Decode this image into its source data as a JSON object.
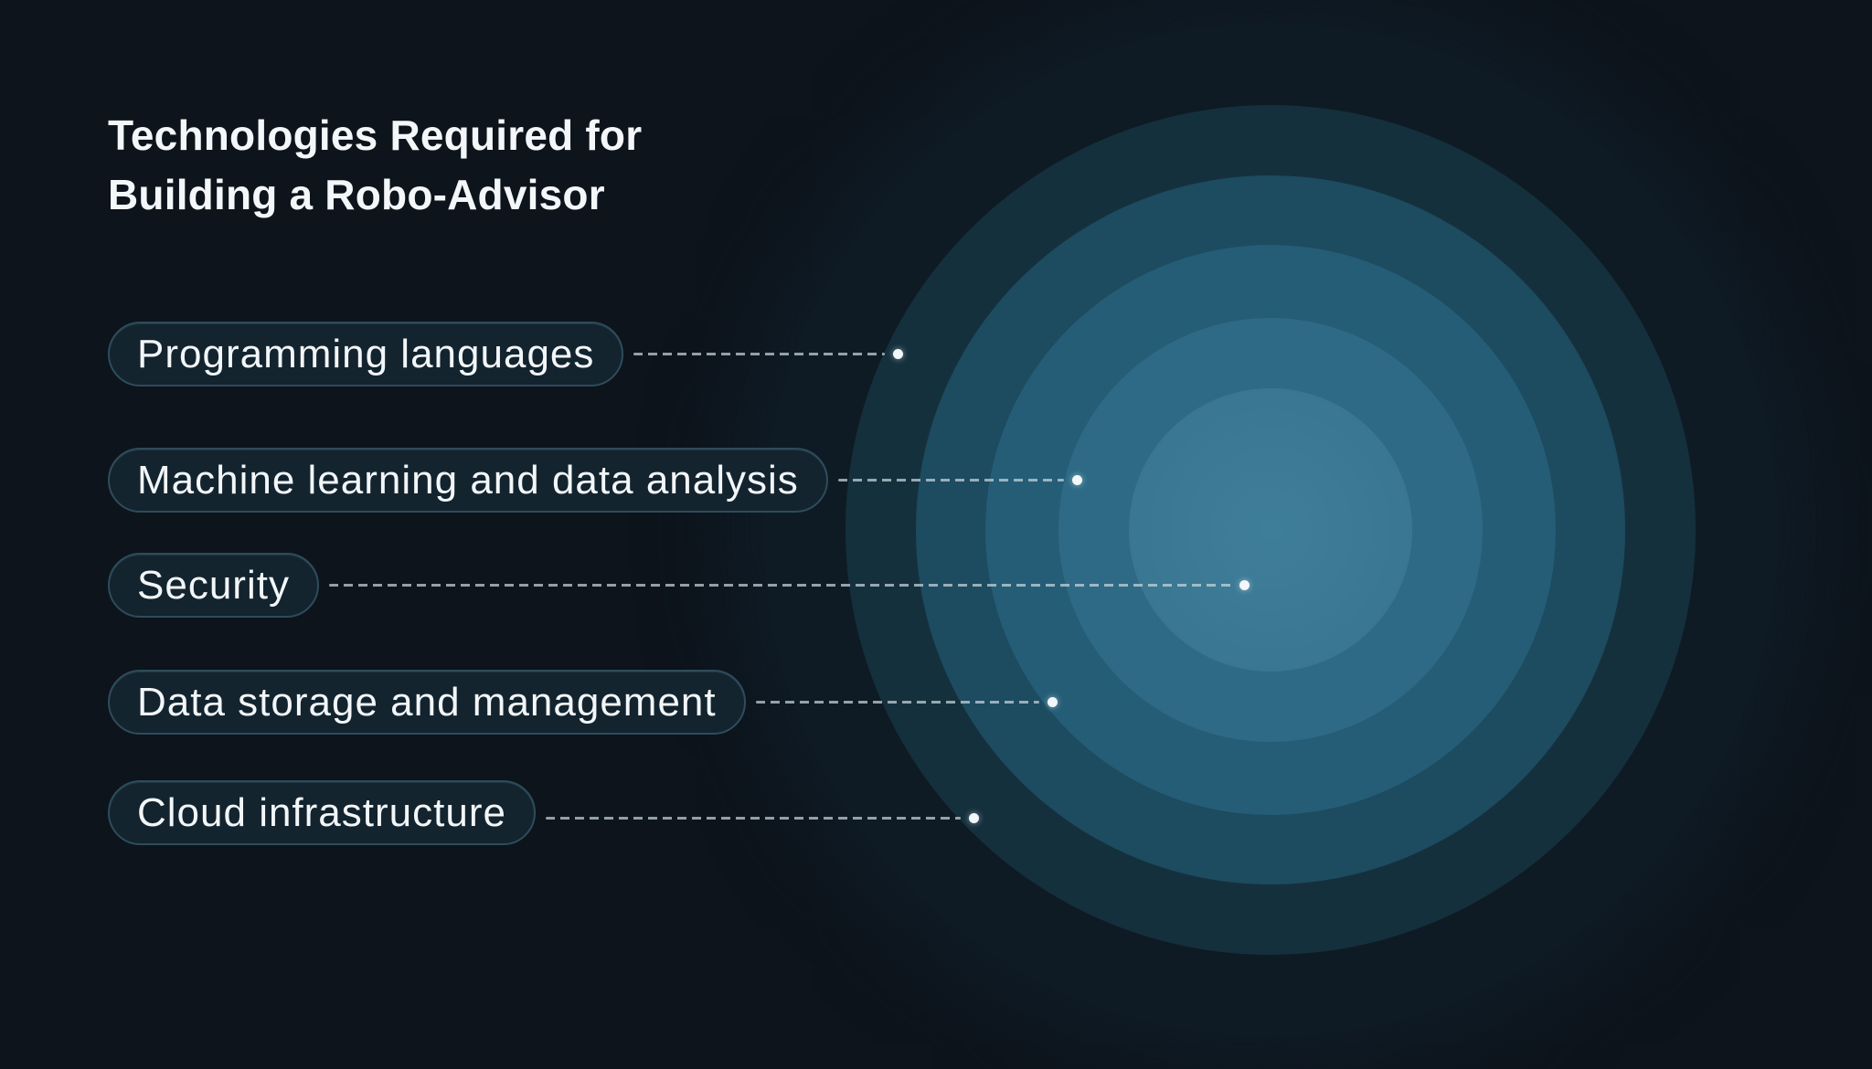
{
  "page": {
    "title_line1": "Technologies Required for",
    "title_line2": "Building a Robo-Advisor"
  },
  "items": [
    {
      "label": "Programming languages"
    },
    {
      "label": "Machine learning and data analysis"
    },
    {
      "label": "Security"
    },
    {
      "label": "Data storage and management"
    },
    {
      "label": "Cloud infrastructure"
    }
  ],
  "colors": {
    "background": "#0d141c",
    "ring_glow": "#0f1b24",
    "ring_5": "#15303d",
    "ring_4": "#1d4b60",
    "ring_3": "#255d77",
    "ring_2": "#2e6a85",
    "ring_1": "#397691",
    "ring_core": "#3f7e99",
    "pill_border": "#2e4c5a",
    "pill_fill": "#13242f",
    "pill_text": "#f2f6f8",
    "title_text": "#f3f7f9",
    "connector": "#c9d6dd",
    "dot": "#f2f7fa"
  }
}
